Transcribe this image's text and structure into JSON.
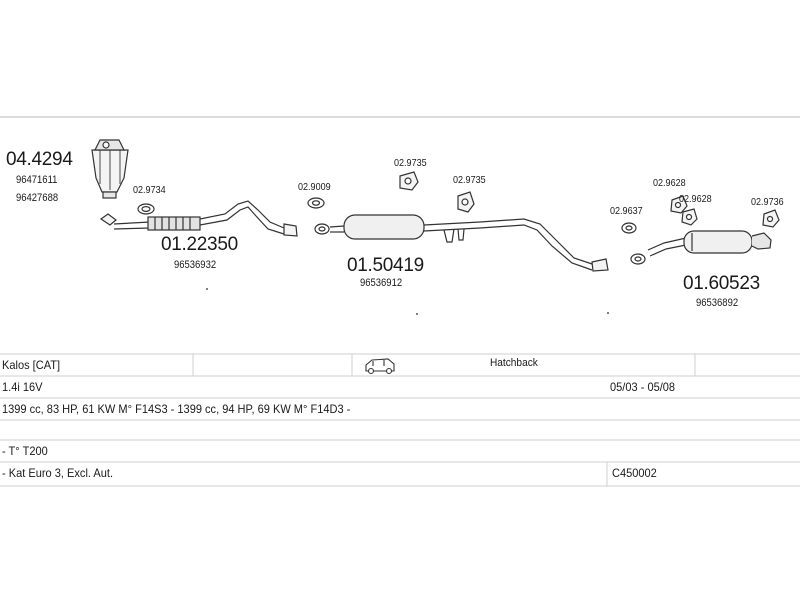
{
  "parts": {
    "cat": {
      "number": "04.4294",
      "oem1": "96471611",
      "oem2": "96427688"
    },
    "front_pipe": {
      "number": "01.22350",
      "oem": "96536932"
    },
    "gasket_front": {
      "code": "02.9734"
    },
    "ring_mid": {
      "code": "02.9009"
    },
    "hanger_a": {
      "code": "02.9735"
    },
    "hanger_b": {
      "code": "02.9735"
    },
    "middle_muffler": {
      "number": "01.50419",
      "oem": "96536912"
    },
    "hanger_c": {
      "code": "02.9628"
    },
    "hanger_d": {
      "code": "02.9628"
    },
    "ring_rear": {
      "code": "02.9637"
    },
    "hanger_e": {
      "code": "02.9736"
    },
    "rear_muffler": {
      "number": "01.60523",
      "oem": "96536892"
    }
  },
  "table": {
    "model": "Kalos  [CAT]",
    "body_icon": "car-icon",
    "body": "Hatchback",
    "engine": "1.4i  16V",
    "years": "05/03 - 05/08",
    "spec": "1399 cc, 83 HP, 61 KW M° F14S3 -  1399 cc, 94 HP, 69 KW M° F14D3 -",
    "type": "- T° T200",
    "notes": "- Kat Euro 3, Excl. Aut.",
    "code": "C450002"
  }
}
